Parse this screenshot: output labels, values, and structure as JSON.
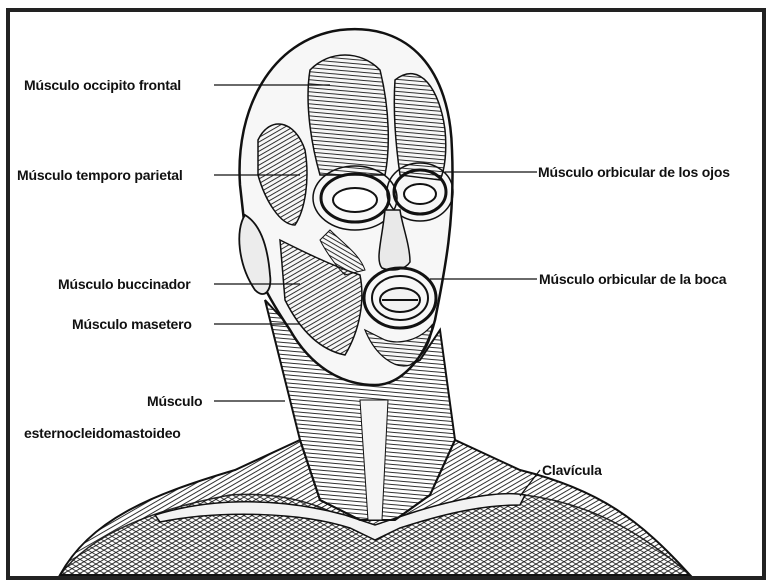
{
  "labels": {
    "occipito_frontal": "Músculo occipito frontal",
    "temporo_parietal": "Músculo temporo parietal",
    "buccinador": "Músculo buccinador",
    "masetero": "Músculo masetero",
    "esterno_line1": "Músculo",
    "esterno_line2": "esternocleidomastoideo",
    "orbicular_ojos": "Músculo orbicular de los ojos",
    "orbicular_boca": "Músculo orbicular de la boca",
    "clavicula": "Clavícula"
  },
  "colors": {
    "ink": "#111111",
    "paper": "#ffffff",
    "border": "#222222"
  }
}
